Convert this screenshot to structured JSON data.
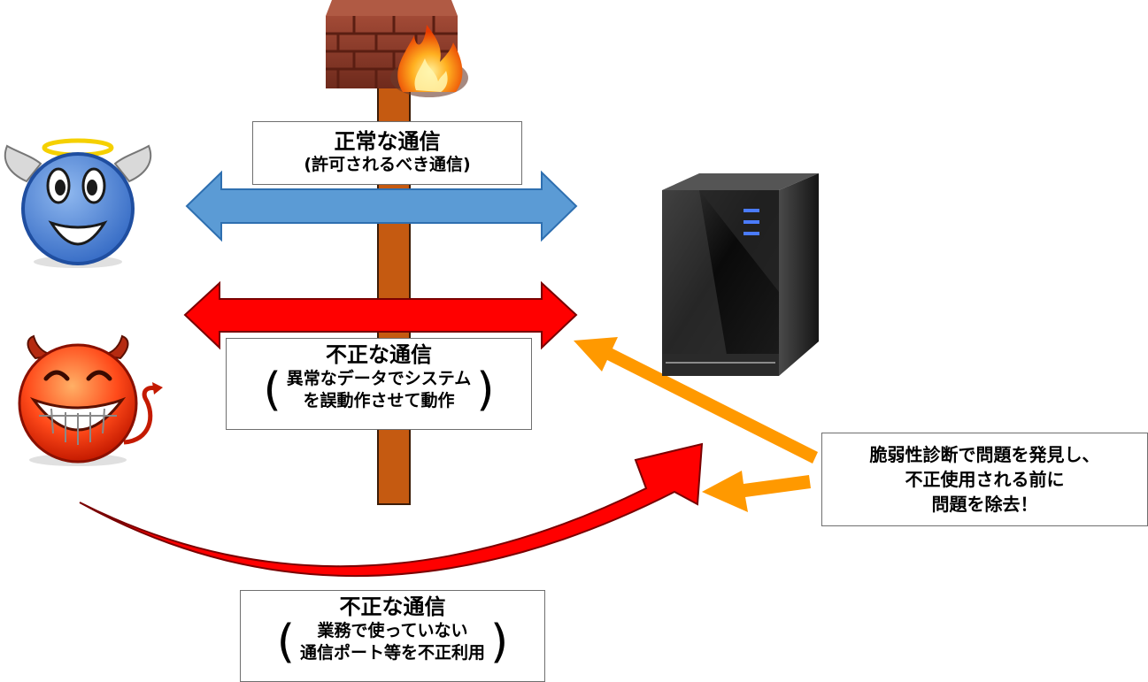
{
  "normal_box": {
    "title": "正常な通信",
    "subtitle": "(許可されるべき通信)"
  },
  "illegal_box_1": {
    "title": "不正な通信",
    "paren_open": "(",
    "paren_close": ")",
    "line1": "異常なデータでシステム",
    "line2": "を誤動作させて動作"
  },
  "illegal_box_2": {
    "title": "不正な通信",
    "paren_open": "(",
    "paren_close": ")",
    "line1": "業務で使っていない",
    "line2": "通信ポート等を不正利用"
  },
  "note_box": {
    "line1": "脆弱性診断で問題を発見し、",
    "line2": "不正使用される前に",
    "line3": "問題を除去！"
  },
  "colors": {
    "normal_arrow": "#5b9bd5",
    "illegal_arrow": "#ff0000",
    "fix_arrow": "#ff9900",
    "pole": "#c55a11",
    "brick": "#8b3a2a"
  },
  "icons": {
    "firewall": "firewall-icon",
    "angel": "angel-face-icon",
    "devil": "devil-face-icon",
    "server": "server-icon"
  }
}
